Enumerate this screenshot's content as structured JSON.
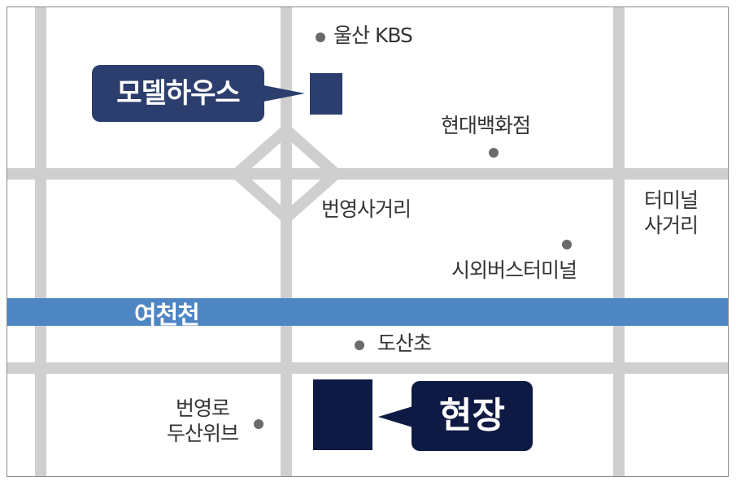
{
  "map": {
    "colors": {
      "road": "#cfcfcf",
      "river": "#4e86c4",
      "model_house": "#2c3e6e",
      "site": "#0e1a44",
      "landmark_dot": "#6a6a6a",
      "text": "#333333"
    },
    "markers": {
      "model_house": {
        "label": "모델하우스"
      },
      "site": {
        "label": "현장"
      }
    },
    "river": {
      "label": "여천천"
    },
    "landmarks": {
      "ulsan_kbs": "울산 KBS",
      "hyundai_dept": "현대백화점",
      "beonyeong_intersection": "번영사거리",
      "terminal_intersection_line1": "터미널",
      "terminal_intersection_line2": "사거리",
      "intercity_bus_terminal": "시외버스터미널",
      "dosan_school": "도산초",
      "beonyeongro_line1": "번영로",
      "beonyeongro_line2": "두산위브"
    }
  }
}
